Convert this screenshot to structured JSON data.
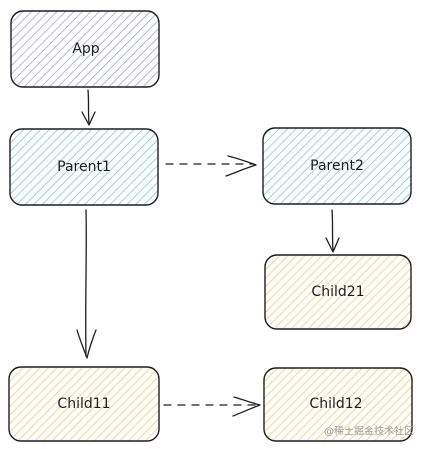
{
  "nodes": {
    "app": {
      "label": "App",
      "fill": "#4a5fc1"
    },
    "parent1": {
      "label": "Parent1",
      "fill": "#1e9db0"
    },
    "parent2": {
      "label": "Parent2",
      "fill": "#1e9db0"
    },
    "child21": {
      "label": "Child21",
      "fill": "#e6a817"
    },
    "child11": {
      "label": "Child11",
      "fill": "#e6a817"
    },
    "child12": {
      "label": "Child12",
      "fill": "#e6a817"
    }
  },
  "edges": [
    {
      "from": "App",
      "to": "Parent1",
      "style": "solid"
    },
    {
      "from": "Parent1",
      "to": "Parent2",
      "style": "dashed"
    },
    {
      "from": "Parent1",
      "to": "Child11",
      "style": "solid"
    },
    {
      "from": "Parent2",
      "to": "Child21",
      "style": "solid"
    },
    {
      "from": "Child11",
      "to": "Child12",
      "style": "dashed"
    }
  ],
  "watermark": {
    "text": "@稀土掘金技术社区"
  },
  "colors": {
    "stroke": "#1e1e1e",
    "background": "#ffffff"
  }
}
